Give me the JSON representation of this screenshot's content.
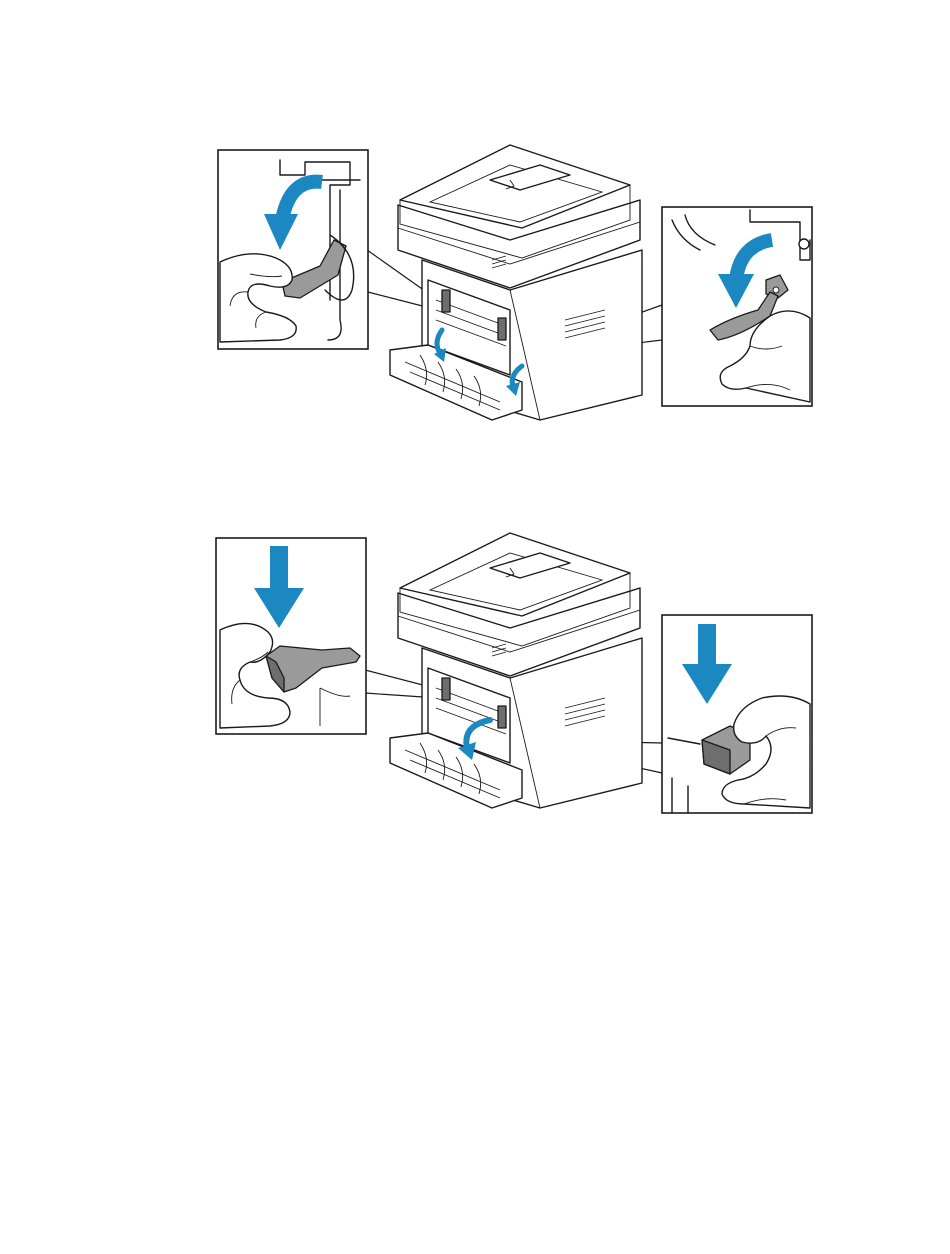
{
  "figures": [
    {
      "step": "open-fuser-levers",
      "arrow_direction": "rotate-down",
      "callouts": [
        "left-lever-detail",
        "right-lever-detail"
      ]
    },
    {
      "step": "press-fuser-levers",
      "arrow_direction": "press-down",
      "callouts": [
        "left-lever-detail",
        "right-lever-detail"
      ]
    }
  ],
  "colors": {
    "arrow": "#1b88c2",
    "lever": "#9a9a9a",
    "outline": "#1a1a1a",
    "background": "#ffffff"
  },
  "icons": [
    "curved-arrow-icon",
    "down-arrow-icon",
    "hand-icon",
    "lever-icon",
    "printer-icon"
  ]
}
